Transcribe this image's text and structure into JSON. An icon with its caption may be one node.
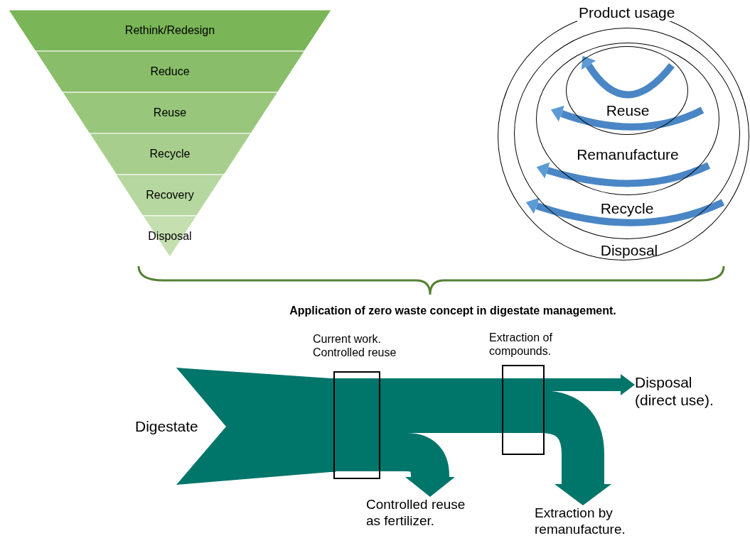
{
  "diagram": {
    "nodes": [
      {
        "text": [
          "Rethink/Redesign"
        ]
      },
      {
        "text": [
          "Reduce"
        ]
      },
      {
        "text": [
          "Reuse"
        ]
      },
      {
        "text": [
          "Recycle"
        ]
      },
      {
        "text": [
          "Recovery"
        ]
      },
      {
        "text": [
          "Disposal"
        ]
      },
      {
        "text": [
          "Product usage",
          "Disposal"
        ]
      },
      {
        "text": [
          "Recycle"
        ],
        "in": 6
      },
      {
        "text": [
          "Remanufacture"
        ],
        "in": 7
      },
      {
        "text": [
          "Reuse"
        ],
        "in": 8
      },
      {
        "text": [
          "Digestate"
        ]
      },
      {
        "text": [
          "Disposal (direct use)."
        ]
      },
      {
        "text": [
          "Controlled reuse as fertilizer."
        ]
      },
      {
        "text": [
          "Extraction by remanufacture."
        ]
      }
    ],
    "edges": [
      {
        "from": 10,
        "to": 11,
        "arrow": "to"
      },
      {
        "from": 10,
        "to": 12,
        "arrow": "to"
      },
      {
        "from": 10,
        "to": 13,
        "arrow": "to"
      }
    ],
    "labels": [
      "Application of zero waste concept in digestate management.",
      "Current work. Controlled reuse",
      "Extraction of compounds."
    ]
  }
}
